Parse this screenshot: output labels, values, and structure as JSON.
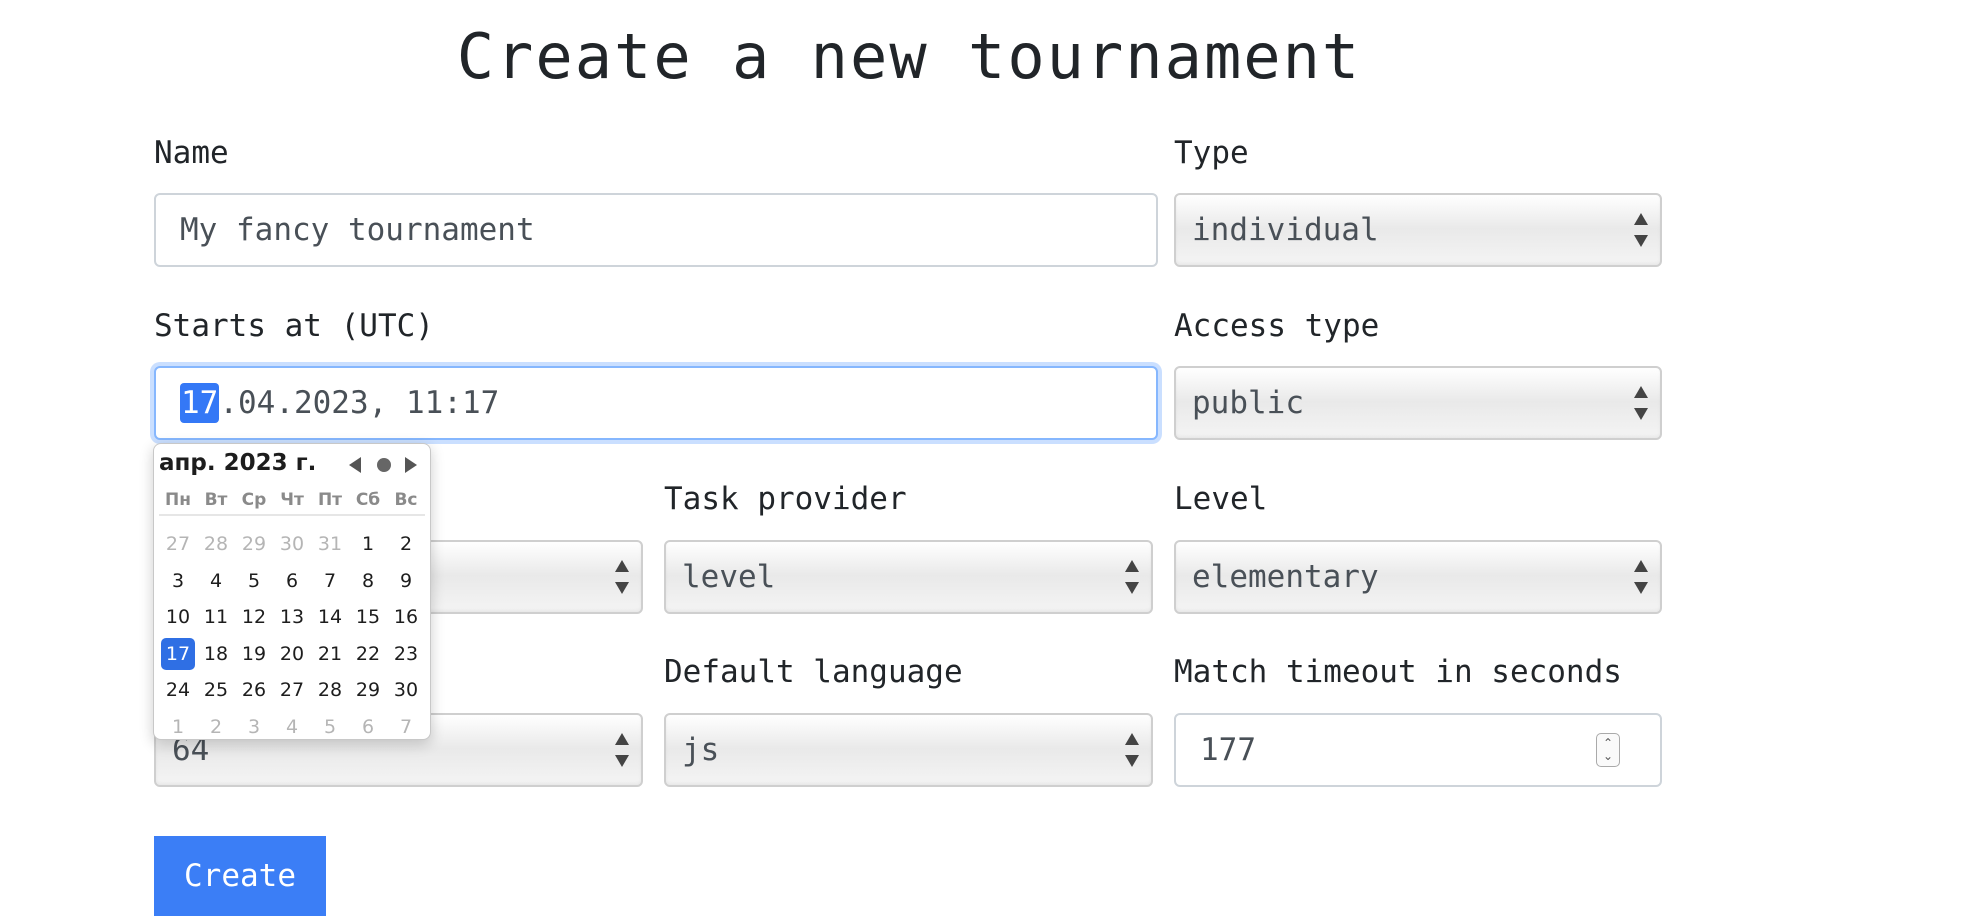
{
  "page": {
    "title": "Create a new tournament"
  },
  "form": {
    "name": {
      "label": "Name",
      "value": "My fancy tournament"
    },
    "type": {
      "label": "Type",
      "value": "individual"
    },
    "starts_at": {
      "label": "Starts at (UTC)",
      "day": "17",
      "rest": ".04.2023, 11:17"
    },
    "access_type": {
      "label": "Access type",
      "value": "public"
    },
    "task_provider": {
      "label": "Task provider",
      "value": "level"
    },
    "level": {
      "label": "Level",
      "value": "elementary"
    },
    "players_limit": {
      "value": "64"
    },
    "default_language": {
      "label": "Default language",
      "value": "js"
    },
    "match_timeout": {
      "label": "Match timeout in seconds",
      "value": "177"
    },
    "create_label": "Create"
  },
  "calendar": {
    "header": "апр. 2023 г.",
    "weekdays": [
      "Пн",
      "Вт",
      "Ср",
      "Чт",
      "Пт",
      "Сб",
      "Вс"
    ],
    "weeks": [
      [
        "27",
        "28",
        "29",
        "30",
        "31",
        "1",
        "2"
      ],
      [
        "3",
        "4",
        "5",
        "6",
        "7",
        "8",
        "9"
      ],
      [
        "10",
        "11",
        "12",
        "13",
        "14",
        "15",
        "16"
      ],
      [
        "17",
        "18",
        "19",
        "20",
        "21",
        "22",
        "23"
      ],
      [
        "24",
        "25",
        "26",
        "27",
        "28",
        "29",
        "30"
      ],
      [
        "1",
        "2",
        "3",
        "4",
        "5",
        "6",
        "7"
      ]
    ],
    "selected_day": "17",
    "accent_color": "#2f6fe4"
  },
  "icons": {
    "select_arrows": "updown-arrows-icon",
    "prev": "prev-month-icon",
    "today": "today-dot-icon",
    "next": "next-month-icon"
  }
}
